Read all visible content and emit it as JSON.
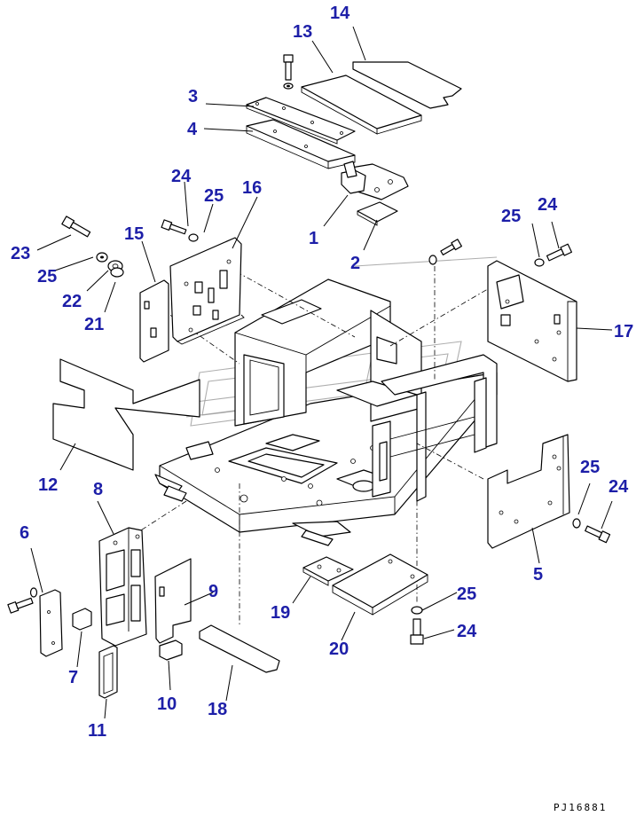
{
  "drawing_code": "PJ16881",
  "accent_color": "#1d1fa8",
  "callouts": {
    "c1": "1",
    "c2": "2",
    "c3": "3",
    "c4": "4",
    "c5": "5",
    "c6": "6",
    "c7": "7",
    "c8": "8",
    "c9": "9",
    "c10": "10",
    "c11": "11",
    "c12": "12",
    "c13": "13",
    "c14": "14",
    "c15": "15",
    "c16": "16",
    "c17": "17",
    "c18": "18",
    "c19": "19",
    "c20": "20",
    "c21": "21",
    "c22": "22",
    "c23": "23",
    "c24a": "24",
    "c24b": "24",
    "c24c": "24",
    "c24d": "24",
    "c25a": "25",
    "c25b": "25",
    "c25c": "25",
    "c25d": "25",
    "c25e": "25"
  }
}
